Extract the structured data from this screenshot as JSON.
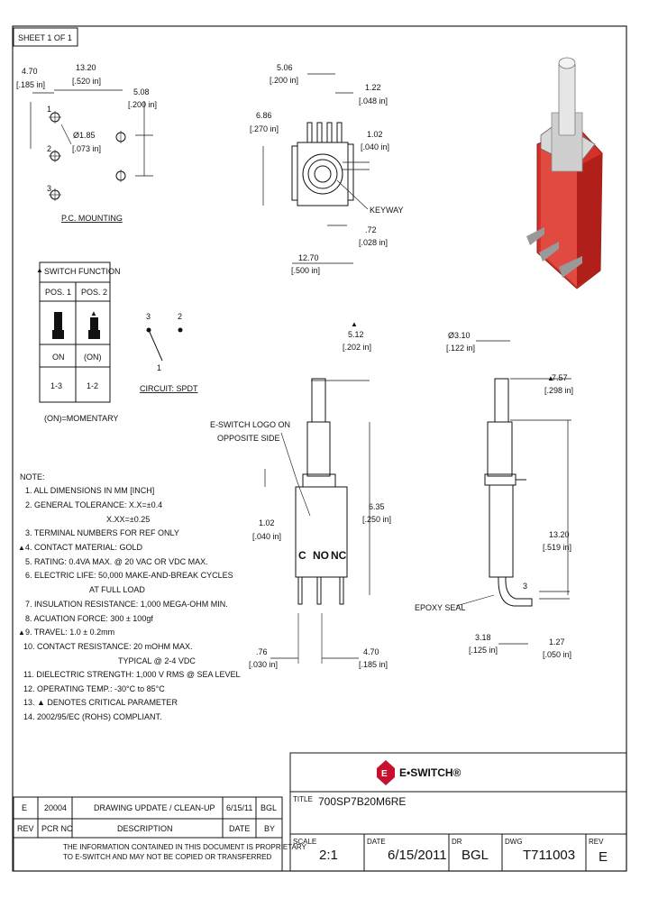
{
  "sheet_label": "SHEET 1 OF 1",
  "pc_mounting": {
    "title": "P.C. MOUNTING",
    "dim_470": "4.70",
    "dim_470_in": "[.185 in]",
    "dim_1320": "13.20",
    "dim_1320_in": "[.520 in]",
    "dim_508": "5.08",
    "dim_508_in": "[.200 in]",
    "dim_185": "Ø1.85",
    "dim_185_in": "[.073 in]",
    "pin1": "1",
    "pin2": "2",
    "pin3": "3"
  },
  "front_view": {
    "dim_506": "5.06",
    "dim_506_in": "[.200 in]",
    "dim_122": "1.22",
    "dim_122_in": "[.048 in]",
    "dim_686": "6.86",
    "dim_686_in": "[.270 in]",
    "dim_102": "1.02",
    "dim_102_in": "[.040 in]",
    "keyway": "KEYWAY",
    "dim_072": ".72",
    "dim_072_in": "[.028 in]",
    "dim_1270": "12.70",
    "dim_1270_in": "[.500 in]"
  },
  "switch_function": {
    "title": "SWITCH FUNCTION",
    "headers": [
      "POS. 1",
      "POS. 2"
    ],
    "states": [
      "ON",
      "(ON)"
    ],
    "circuits": [
      "1-3",
      "1-2"
    ],
    "footnote": "(ON)=MOMENTARY"
  },
  "circuit": {
    "label": "CIRCUIT: SPDT",
    "pin1": "1",
    "pin2": "2",
    "pin3": "3"
  },
  "side_view": {
    "dim_512": "5.12",
    "dim_512_in": "[.202 in]",
    "logo_note_1": "E-SWITCH LOGO ON",
    "logo_note_2": "OPPOSITE SIDE",
    "dim_635": "6.35",
    "dim_635_in": "[.250 in]",
    "dim_102": "1.02",
    "dim_102_in": "[.040 in]",
    "pin_c": "C",
    "pin_no": "NO",
    "pin_nc": "NC",
    "dim_076": ".76",
    "dim_076_in": "[.030 in]",
    "dim_470": "4.70",
    "dim_470_in": "[.185 in]"
  },
  "right_view": {
    "dim_310": "Ø3.10",
    "dim_310_in": "[.122 in]",
    "dim_757": "7.57",
    "dim_757_in": "[.298 in]",
    "dim_1320": "13.20",
    "dim_1320_in": "[.519 in]",
    "pin3": "3",
    "epoxy": "EPOXY SEAL",
    "dim_318": "3.18",
    "dim_318_in": "[.125 in]",
    "dim_127": "1.27",
    "dim_127_in": "[.050 in]"
  },
  "notes": {
    "title": "NOTE:",
    "lines": [
      "1. ALL DIMENSIONS IN MM [INCH]",
      "2. GENERAL TOLERANCE: X.X=±0.4",
      "X.XX=±0.25",
      "3. TERMINAL NUMBERS FOR REF ONLY",
      "4. CONTACT MATERIAL: GOLD",
      "5. RATING: 0.4VA MAX. @ 20 VAC OR VDC MAX.",
      "6. ELECTRIC LIFE: 50,000 MAKE-AND-BREAK CYCLES",
      "AT FULL LOAD",
      "7. INSULATION RESISTANCE: 1,000 MEGA-OHM MIN.",
      "8. ACUATION FORCE: 300 ± 100gf",
      "9. TRAVEL: 1.0 ± 0.2mm",
      "10. CONTACT RESISTANCE: 20 mOHM MAX.",
      "TYPICAL @ 2-4 VDC",
      "11. DIELECTRIC STRENGTH: 1,000 V RMS @ SEA LEVEL",
      "12. OPERATING TEMP.: -30°C to 85°C",
      "13. ▲ DENOTES CRITICAL PARAMETER",
      "14. 2002/95/EC (ROHS) COMPLIANT."
    ]
  },
  "revision_table": {
    "row": [
      "E",
      "20004",
      "DRAWING UPDATE / CLEAN-UP",
      "6/15/11",
      "BGL"
    ],
    "headers": [
      "REV",
      "PCR NO",
      "DESCRIPTION",
      "DATE",
      "BY"
    ],
    "proprietary_1": "THE INFORMATION CONTAINED IN THIS DOCUMENT IS PROPRIETARY",
    "proprietary_2": "TO E-SWITCH AND MAY NOT BE COPIED OR TRANSFERRED"
  },
  "title_block": {
    "logo_text": "E•SWITCH®",
    "title_label": "TITLE",
    "title_value": "700SP7B20M6RE",
    "scale_label": "SCALE",
    "scale_value": "2:1",
    "date_label": "DATE",
    "date_value": "6/15/2011",
    "dr_label": "DR",
    "dr_value": "BGL",
    "dwg_label": "DWG",
    "dwg_value": "T711003",
    "rev_label": "REV",
    "rev_value": "E"
  },
  "colors": {
    "logo_red": "#c8102e",
    "body_red": "#d6302a",
    "metal_gray": "#cfcfcf"
  }
}
